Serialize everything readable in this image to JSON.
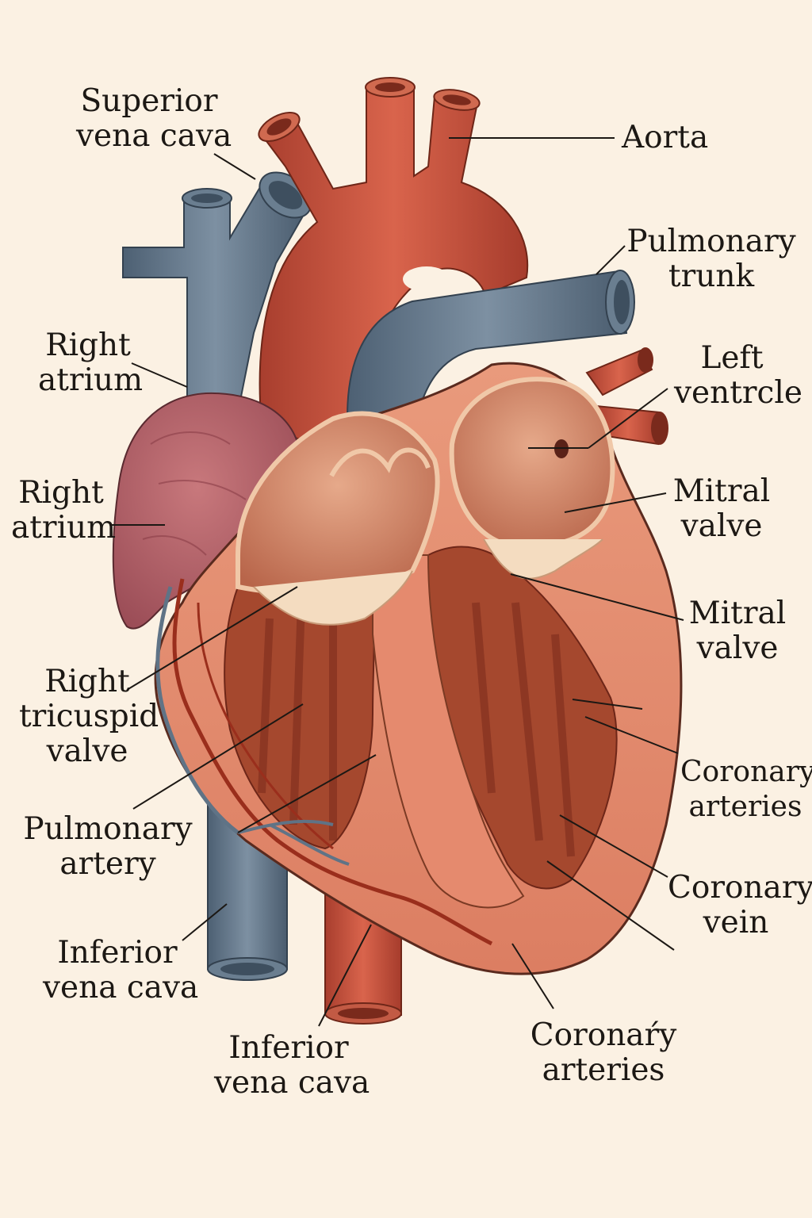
{
  "labels": {
    "superior_vena_cava": [
      "Superior",
      "vena cava"
    ],
    "aorta": [
      "Aorta"
    ],
    "pulmonary_trunk": [
      "Pulmonary",
      "trunk"
    ],
    "right_atrium_upper": [
      "Right",
      "atrium"
    ],
    "left_ventricle": [
      "Left",
      "ventrcle"
    ],
    "right_atrium_lower": [
      "Right",
      "atrium"
    ],
    "mitral_valve_upper": [
      "Mitral",
      "valve"
    ],
    "mitral_valve_lower": [
      "Mitral",
      "valve"
    ],
    "right_tricuspid_valve": [
      "Right",
      "tricuspid",
      "valve"
    ],
    "coronary_arteries_right": [
      "Coronary",
      "arteries"
    ],
    "pulmonary_artery": [
      "Pulmonary",
      "artery"
    ],
    "coronary_vein": [
      "Coronary",
      "vein"
    ],
    "inferior_vena_cava_left": [
      "Inferior",
      "vena cava"
    ],
    "inferior_vena_cava_bottom": [
      "Inferior",
      "vena cava"
    ],
    "coronary_arteries_bottom": [
      "Coronaŕy",
      "arteries"
    ]
  },
  "colors": {
    "background": "#fbf1e3",
    "artery_red": "#c8503c",
    "vein_blue": "#5f7386",
    "atrium_pink": "#b06068",
    "myocardium": "#e58a6e",
    "chamber_dark": "#a5482e",
    "outline": "#5a2a1e",
    "leader_line": "#1c1814"
  }
}
